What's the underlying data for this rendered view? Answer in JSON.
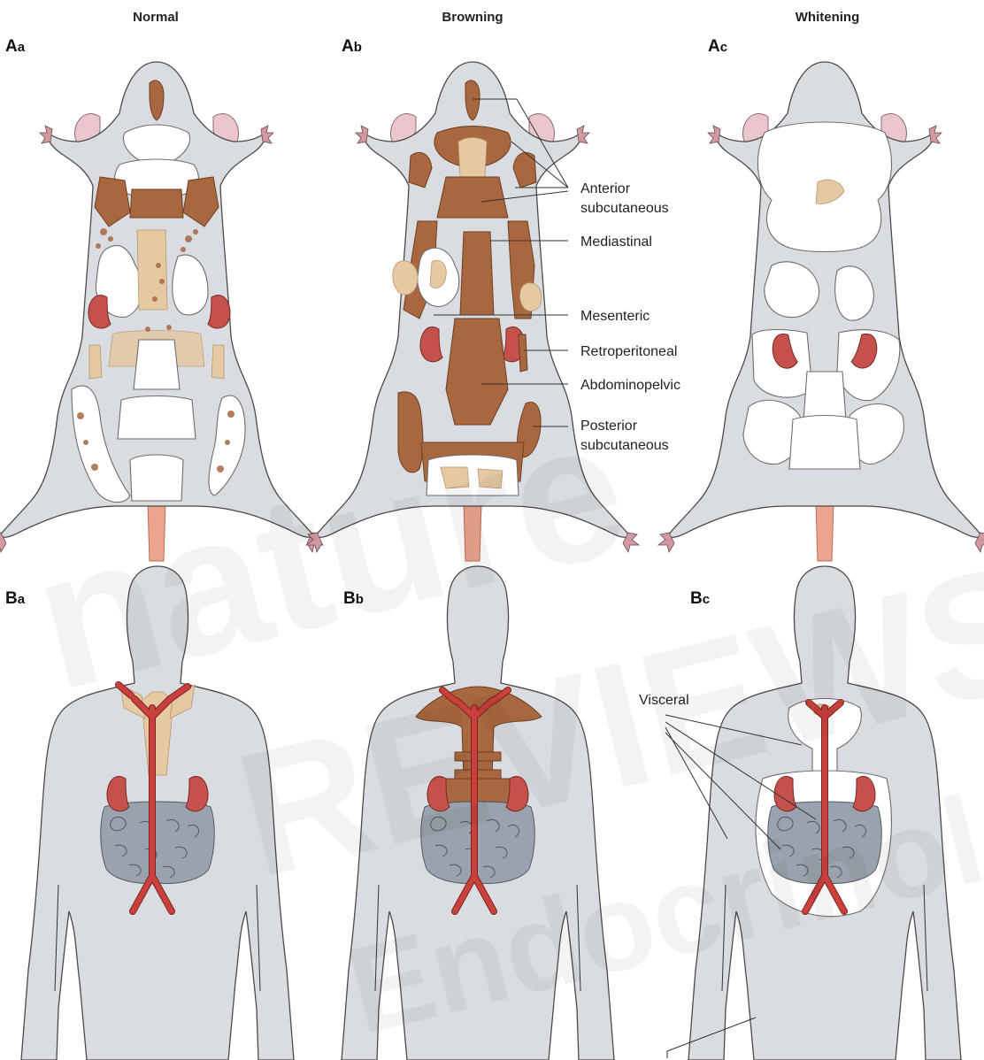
{
  "columns": {
    "normal": "Normal",
    "browning": "Browning",
    "whitening": "Whitening"
  },
  "panels": {
    "Aa": {
      "big": "A",
      "small": "a"
    },
    "Ab": {
      "big": "A",
      "small": "b"
    },
    "Ac": {
      "big": "A",
      "small": "c"
    },
    "Ba": {
      "big": "B",
      "small": "a"
    },
    "Bb": {
      "big": "B",
      "small": "b"
    },
    "Bc": {
      "big": "B",
      "small": "c"
    }
  },
  "callouts": {
    "anterior_1": "Anterior",
    "anterior_2": "subcutaneous",
    "mediastinal": "Mediastinal",
    "mesenteric": "Mesenteric",
    "retroperitoneal": "Retroperitoneal",
    "abdominopelvic": "Abdominopelvic",
    "posterior_1": "Posterior",
    "posterior_2": "subcutaneous",
    "visceral": "Visceral"
  },
  "watermark": {
    "line1": "nature",
    "line2": "REVIEWS",
    "line3": "Endocrinology"
  },
  "colors": {
    "body": "#d9dde1",
    "white_adipose": "#ffffff",
    "brown_adipose": "#a8673f",
    "beige_adipose": "#e4c9a3",
    "kidney": "#c5514d",
    "vessel": "#c9403c",
    "intestine": "#9aa3ad"
  }
}
